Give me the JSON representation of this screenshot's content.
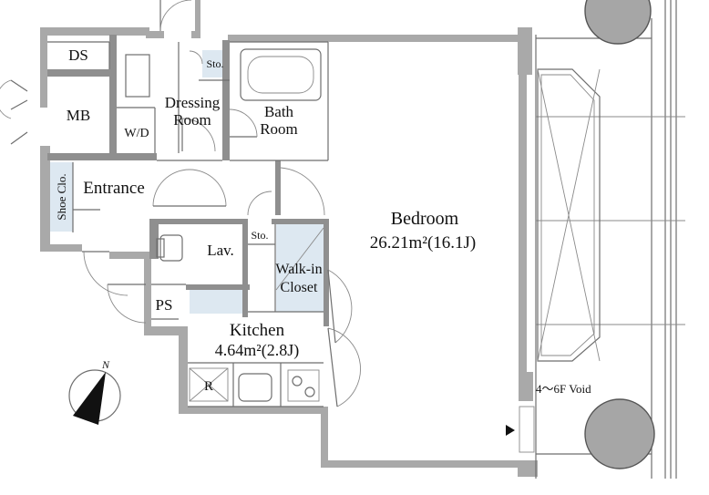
{
  "rooms": {
    "ds": "DS",
    "mb": "MB",
    "wd": "W/D",
    "sto1": "Sto.",
    "sto2": "Sto.",
    "dressing1": "Dressing",
    "dressing2": "Room",
    "bath1": "Bath",
    "bath2": "Room",
    "shoe": "Shoe Clo.",
    "entrance": "Entrance",
    "lav": "Lav.",
    "walkin1": "Walk-in",
    "walkin2": "Closet",
    "ps": "PS",
    "kitchen_name": "Kitchen",
    "kitchen_area": "4.64m²(2.8J)",
    "fridge": "R",
    "bedroom_name": "Bedroom",
    "bedroom_area": "26.21m²(16.1J)",
    "void": "4～6F Void"
  },
  "compass": {
    "north": "N"
  },
  "colors": {
    "wall": "#a9a9a9",
    "closet_fill": "#dde8f1",
    "tree": "#a6a6a6"
  }
}
